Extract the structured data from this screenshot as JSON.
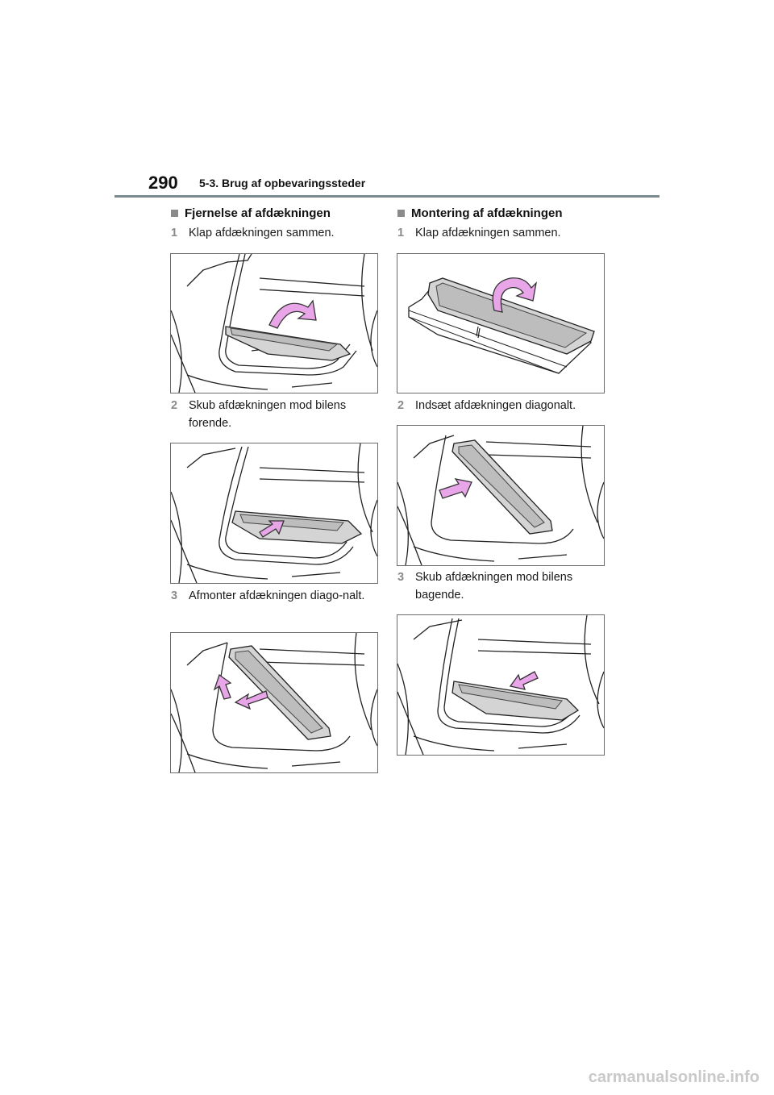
{
  "header": {
    "page_number": "290",
    "section": "5-3. Brug af opbevaringssteder"
  },
  "left": {
    "heading": "Fjernelse af afdækningen",
    "steps": [
      {
        "num": "1",
        "text": "Klap afdækningen sammen."
      },
      {
        "num": "2",
        "text": "Skub afdækningen mod bilens forende."
      },
      {
        "num": "3",
        "text": "Afmonter afdækningen diago-nalt."
      }
    ]
  },
  "right": {
    "heading": "Montering af afdækningen",
    "steps": [
      {
        "num": "1",
        "text": "Klap afdækningen sammen."
      },
      {
        "num": "2",
        "text": "Indsæt afdækningen diagonalt."
      },
      {
        "num": "3",
        "text": "Skub afdækningen mod bilens bagende."
      }
    ]
  },
  "watermark": "carmanualsonline.info",
  "colors": {
    "arrow": "#e8a6e8",
    "panel": "#d4d4d4",
    "rule": "#7a8a8f"
  }
}
